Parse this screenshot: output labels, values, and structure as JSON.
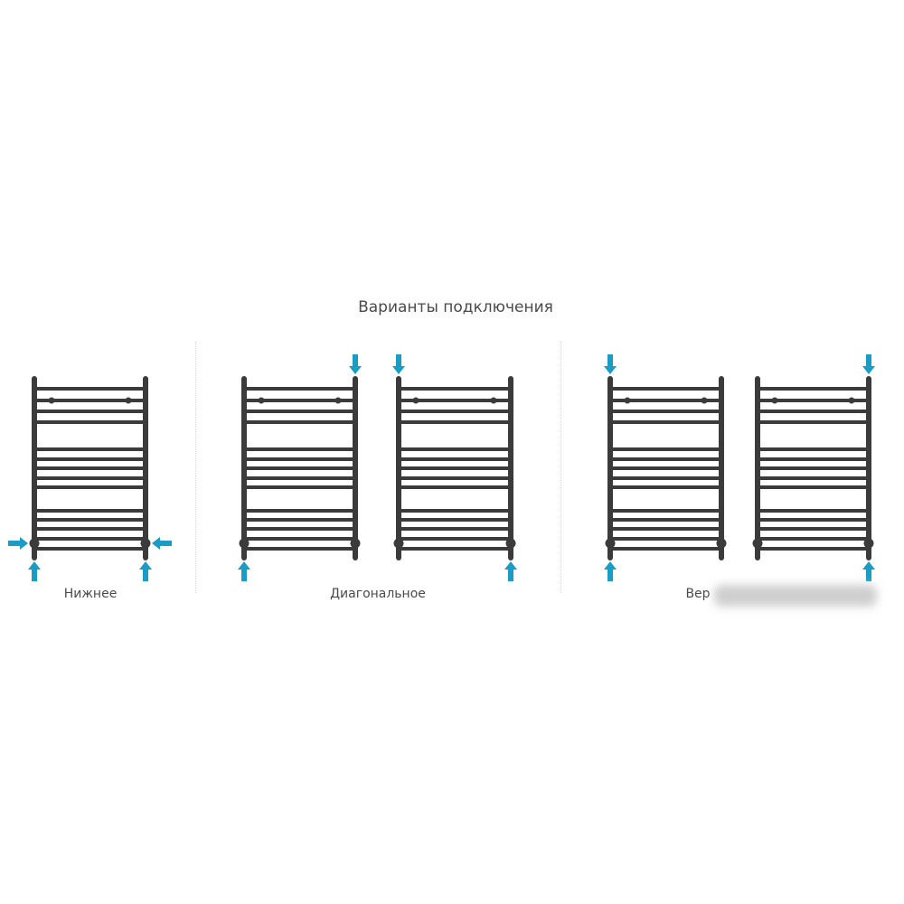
{
  "title": "Варианты подключения",
  "groups": [
    {
      "label": "Нижнее"
    },
    {
      "label": "Диагональное"
    },
    {
      "label": "Вер"
    }
  ],
  "colors": {
    "radiator": "#3b3b3b",
    "arrow": "#1a9cc4"
  }
}
